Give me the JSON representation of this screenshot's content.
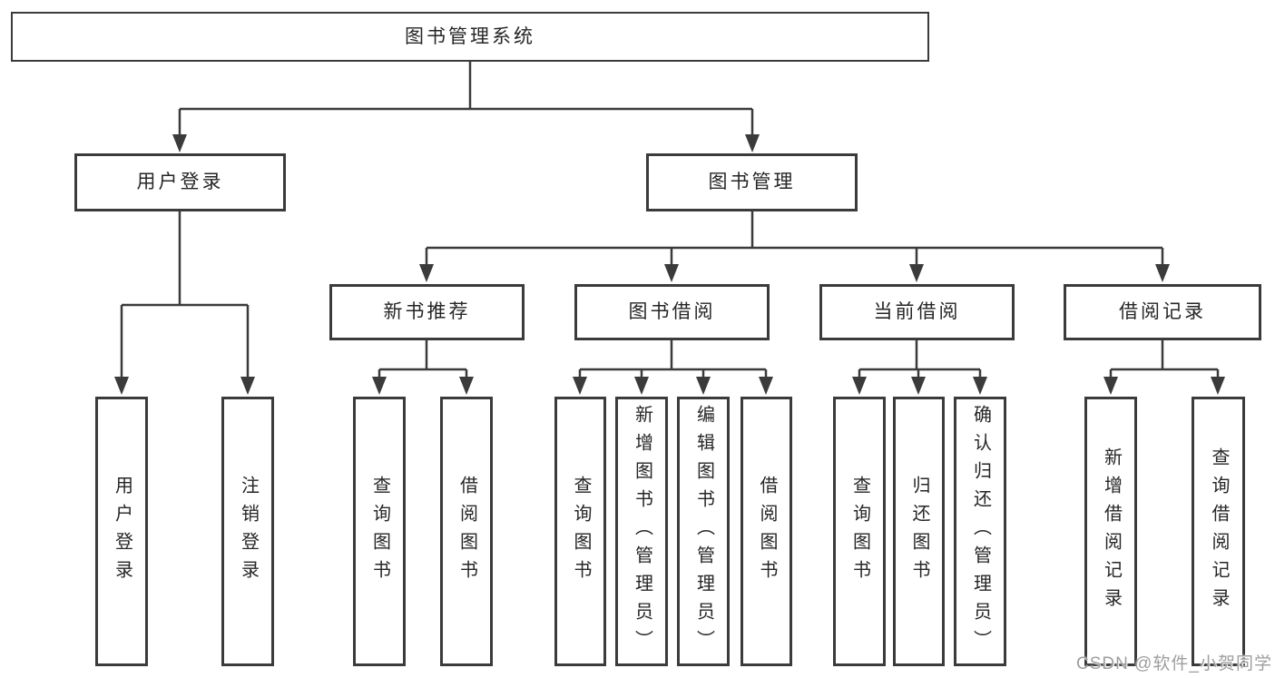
{
  "diagram": {
    "title": "图书管理系统",
    "level2": {
      "user_login": "用户登录",
      "book_mgmt": "图书管理"
    },
    "level3": {
      "new_books": "新书推荐",
      "borrowing": "图书借阅",
      "current": "当前借阅",
      "records": "借阅记录"
    },
    "leaves": {
      "user_login": [
        "用户登录",
        "注销登录"
      ],
      "new_books": [
        "查询图书",
        "借阅图书"
      ],
      "borrowing": [
        "查询图书",
        "新增图书（管理员）",
        "编辑图书（管理员）",
        "借阅图书"
      ],
      "current": [
        "查询图书",
        "归还图书",
        "确认归还（管理员）"
      ],
      "records": [
        "新增借阅记录",
        "查询借阅记录"
      ]
    },
    "watermark": "CSDN @软件_小贺同学",
    "colors": {
      "line": "#3b3b3b",
      "text": "#262626",
      "background": "#ffffff",
      "watermark": "#9e9e9e"
    }
  }
}
